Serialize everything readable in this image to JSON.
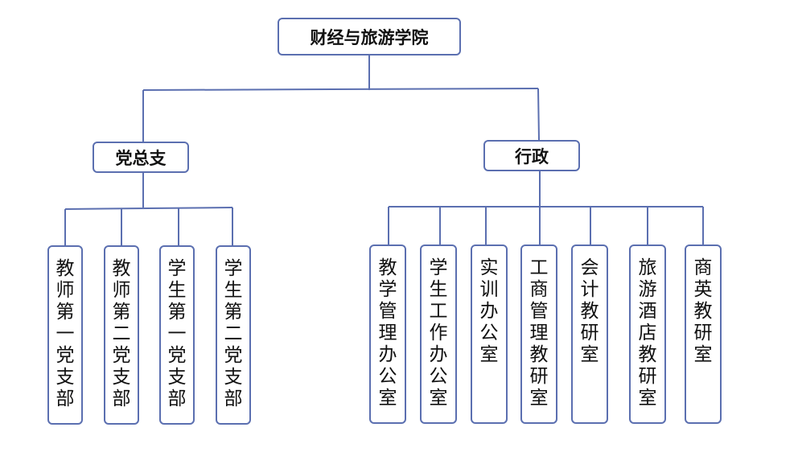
{
  "root": {
    "label": "财经与旅游学院"
  },
  "party": {
    "label": "党总支",
    "children": [
      "教师第一党支部",
      "教师第二党支部",
      "学生第一党支部",
      "学生第二党支部"
    ]
  },
  "admin": {
    "label": "行政",
    "children": [
      "教学管理办公室",
      "学生工作办公室",
      "实训办公室",
      "工商管理教研室",
      "会计教研室",
      "旅游酒店教研室",
      "商英教研室"
    ]
  },
  "colors": {
    "line": "#5b6fb0",
    "border": "#5b6fb0",
    "text": "#111111"
  }
}
